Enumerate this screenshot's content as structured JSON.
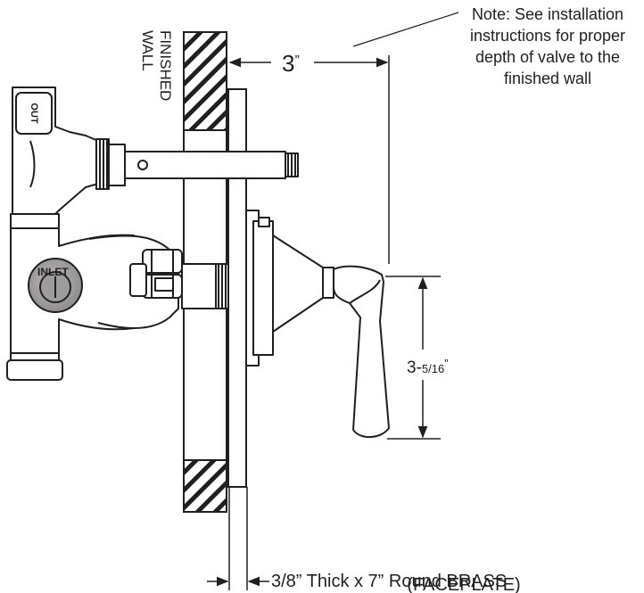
{
  "wall_label": {
    "line1": "FINISHED",
    "line2": "WALL"
  },
  "note": {
    "line1": "Note: See installation",
    "line2": "instructions for proper",
    "line3": "depth of valve to the",
    "line4": "finished wall"
  },
  "dimension_depth": {
    "whole": "3",
    "mark": "”"
  },
  "dimension_height": {
    "whole": "3-",
    "fraction": "5/16",
    "mark": "”"
  },
  "faceplate": {
    "line1": "3/8” Thick x 7” Round BRASS",
    "line2": "(FACEPLATE)"
  },
  "port_labels": {
    "outlet": "OUT",
    "inlet": "INLET"
  }
}
